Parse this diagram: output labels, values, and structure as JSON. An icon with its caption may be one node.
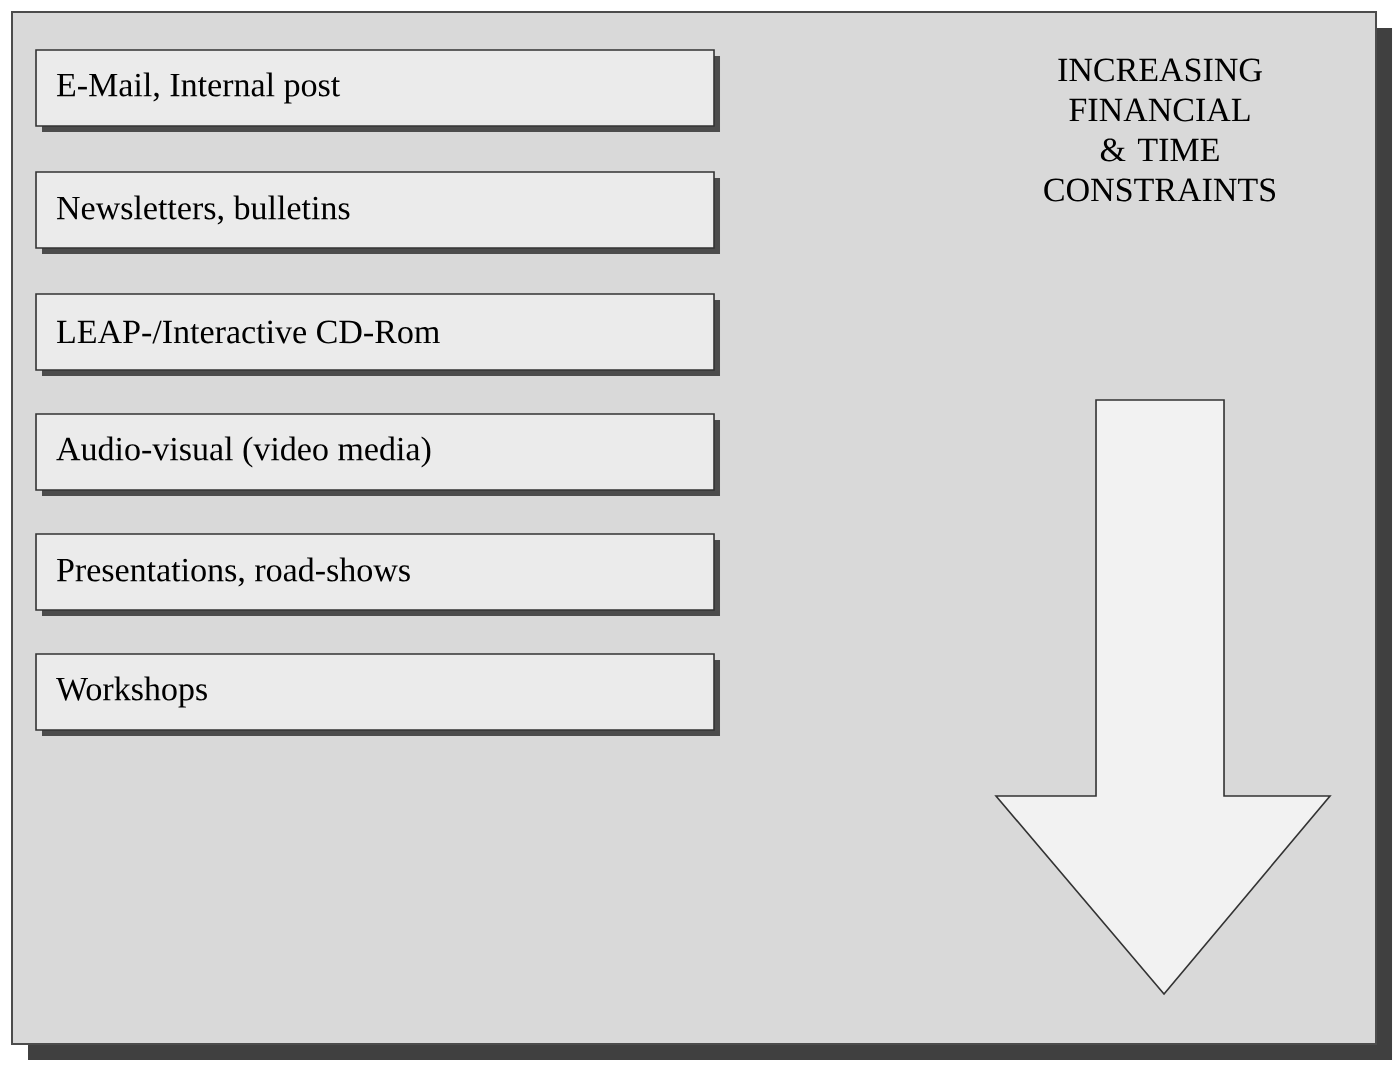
{
  "diagram": {
    "nodes": [
      {
        "text": [
          "E-Mail, Internal post"
        ]
      },
      {
        "text": [
          "Newsletters, bulletins"
        ]
      },
      {
        "text": [
          "LEAP-/Interactive CD-Rom"
        ]
      },
      {
        "text": [
          "Audio-visual (video media)"
        ]
      },
      {
        "text": [
          "Presentations, road-shows"
        ]
      },
      {
        "text": [
          "Workshops"
        ]
      }
    ],
    "edges": [],
    "labels": [
      "INCREASING FINANCIAL & TIME CONSTRAINTS"
    ]
  }
}
